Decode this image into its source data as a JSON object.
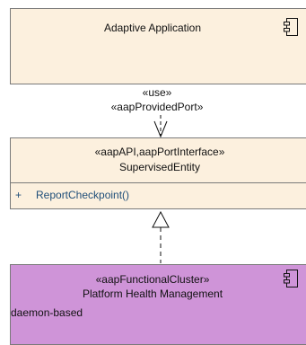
{
  "top_component": {
    "title": "Adaptive Application",
    "fill": "#fcf0de",
    "icon": "component-icon"
  },
  "dependency": {
    "stereotype_use": "«use»",
    "stereotype_port": "«aapProvidedPort»"
  },
  "middle_interface": {
    "stereotype": "«aapAPI,aapPortInterface»",
    "name": "SupervisedEntity",
    "fill": "#fcf0de",
    "operations": [
      {
        "visibility": "+",
        "name": "ReportCheckpoint()",
        "color": "#1f4e79"
      }
    ]
  },
  "bottom_component": {
    "stereotype": "«aapFunctionalCluster»",
    "name": "Platform Health Management",
    "tag": "daemon-based",
    "fill": "#cf94d8",
    "icon": "component-icon"
  }
}
